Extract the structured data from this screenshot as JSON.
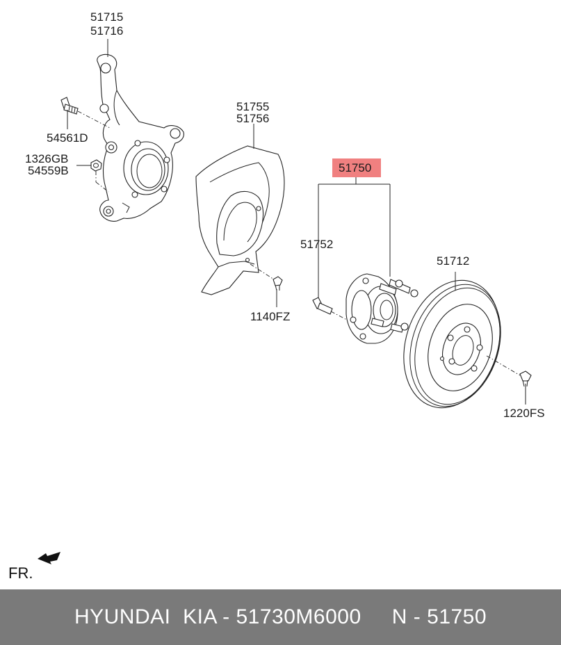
{
  "labels": {
    "knuckle_a": "51715",
    "knuckle_b": "51716",
    "bolt": "54561D",
    "nut_a": "1326GB",
    "nut_b": "54559B",
    "cover_a": "51755",
    "cover_b": "51756",
    "cover_screw": "1140FZ",
    "hub_assy": "51750",
    "hub_bolt": "51752",
    "disc": "51712",
    "disc_screw": "1220FS",
    "front": "FR."
  },
  "footer": {
    "text": "HYUNDAI  KIA - 51730M6000     N - 51750",
    "background": "#7a7a7a"
  },
  "colors": {
    "highlight": "#f08080",
    "line": "#222222"
  }
}
